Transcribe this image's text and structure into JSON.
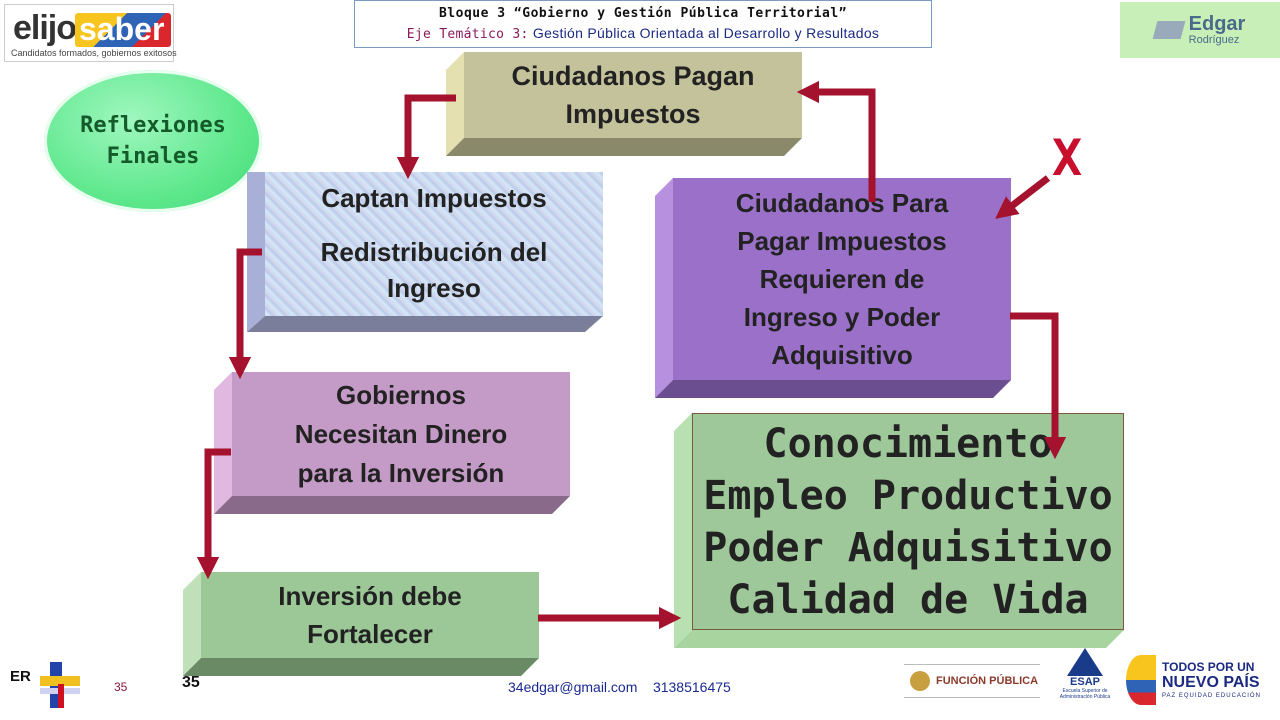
{
  "header": {
    "line1": "Bloque 3   “Gobierno y Gestión Pública Territorial”",
    "line2_label": "Eje Temático 3:",
    "line2_text": " Gestión Pública Orientada al Desarrollo y Resultados"
  },
  "logo_left": {
    "part1": "elijo",
    "part2": "saber",
    "tagline": "Candidatos formados, gobiernos exitosos"
  },
  "logo_right": {
    "name1": "Edgar",
    "name2": "Rodríguez"
  },
  "ellipse": {
    "line1": "Reflexiones",
    "line2": "Finales"
  },
  "boxes": {
    "pagan": {
      "line1": "Ciudadanos Pagan",
      "line2": "Impuestos"
    },
    "captan": {
      "line1": "Captan Impuestos",
      "line2": "Redistribución del",
      "line3": "Ingreso"
    },
    "gobiernos": {
      "line1": "Gobiernos",
      "line2": "Necesitan  Dinero",
      "line3": "para la Inversión"
    },
    "inversion": {
      "line1": "Inversión debe",
      "line2": "Fortalecer"
    },
    "requieren": {
      "line1": "Ciudadanos Para",
      "line2": "Pagar Impuestos",
      "line3": "Requieren de",
      "line4": "Ingreso y Poder",
      "line5": "Adquisitivo"
    },
    "conocimiento": {
      "line1": "Conocimiento",
      "line2": "Empleo  Productivo",
      "line3": "Poder  Adquisitivo",
      "line4": "Calidad  de  Vida"
    }
  },
  "x_mark": "X",
  "footer": {
    "er": "ER",
    "page_small": "35",
    "page_big": "35",
    "contact": "34edgar@gmail.com    3138516475",
    "funcion_publica": "FUNCIÓN PÚBLICA",
    "esap": "ESAP",
    "esap_sub": "Escuela Superior de Administración Pública",
    "todos1": "TODOS POR UN",
    "todos2": "NUEVO PAÍS",
    "todos3": "PAZ EQUIDAD EDUCACIÓN"
  }
}
